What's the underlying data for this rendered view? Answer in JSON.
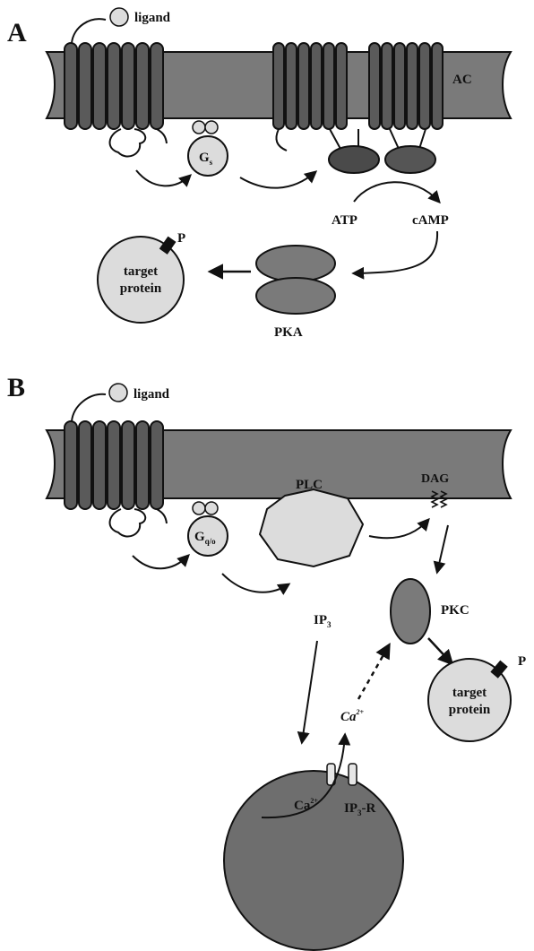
{
  "panel_a": {
    "letter": "A",
    "ligand": "ligand",
    "ac": "AC",
    "g_protein": {
      "main": "G",
      "sub": "s"
    },
    "atp": "ATP",
    "camp": "cAMP",
    "phospho": "P",
    "target_line1": "target",
    "target_line2": "protein",
    "pka": "PKA"
  },
  "panel_b": {
    "letter": "B",
    "ligand": "ligand",
    "plc": "PLC",
    "dag": "DAG",
    "g_protein": {
      "main": "G",
      "sub": "q/o"
    },
    "pkc": "PKC",
    "ip3": {
      "main": "IP",
      "sub": "3"
    },
    "ca_upper": {
      "main": "Ca",
      "sup": "2+"
    },
    "ca_inner": {
      "main": "Ca",
      "sup": "2+"
    },
    "ip3r": {
      "main": "IP",
      "sub": "3",
      "rest": "-R"
    },
    "phospho": "P",
    "target_line1": "target",
    "target_line2": "protein"
  },
  "colors": {
    "membrane": "#7a7a7a",
    "receptor": "#5a5a5a",
    "light_fill": "#dcdcdc",
    "dark_fill": "#4a4a4a",
    "store": "#6e6e6e",
    "line": "#111111"
  }
}
